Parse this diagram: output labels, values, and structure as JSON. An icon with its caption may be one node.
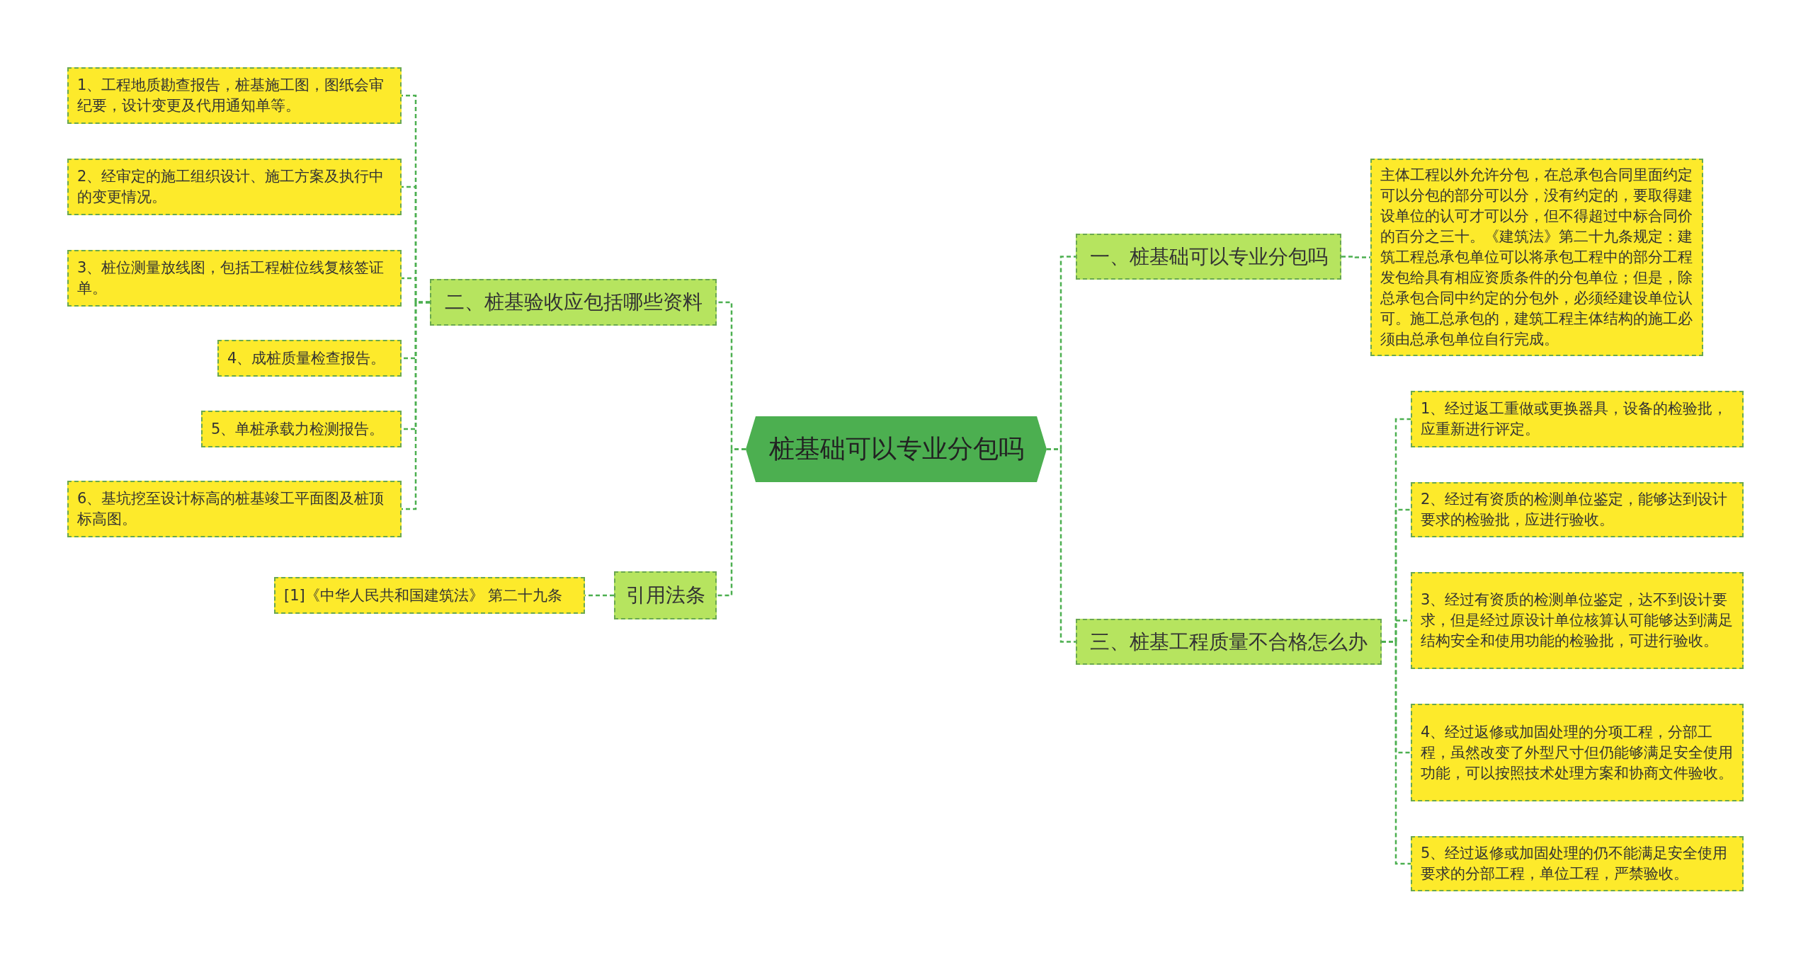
{
  "diagram": {
    "nodes": [
      {
        "text": [
          "桩基础可以专业分包吗"
        ]
      },
      {
        "text": [
          "一、桩基础可以专业分包吗"
        ]
      },
      {
        "text": [
          "主体工程以外允许分包，在总承包合同里面约定可以分包的部分可以分，没有约定的，要取得建设单位的认可才可以分，但不得超过中标合同价的百分之三十。《建筑法》第二十九条规定：建筑工程总承包单位可以将承包工程中的部分工程发包给具有相应资质条件的分包单位；但是，除总承包合同中约定的分包外，必须经建设单位认可。施工总承包的，建筑工程主体结构的施工必须由总承包单位自行完成。"
        ]
      },
      {
        "text": [
          "三、桩基工程质量不合格怎么办"
        ]
      },
      {
        "text": [
          "1、经过返工重做或更换器具，设备的检验批，应重新进行评定。"
        ]
      },
      {
        "text": [
          "2、经过有资质的检测单位鉴定，能够达到设计要求的检验批，应进行验收。"
        ]
      },
      {
        "text": [
          "3、经过有资质的检测单位鉴定，达不到设计要求，但是经过原设计单位核算认可能够达到满足结构安全和使用功能的检验批，可进行验收。"
        ]
      },
      {
        "text": [
          "4、经过返修或加固处理的分项工程，分部工程，虽然改变了外型尺寸但仍能够满足安全使用功能，可以按照技术处理方案和协商文件验收。"
        ]
      },
      {
        "text": [
          "5、经过返修或加固处理的仍不能满足安全使用要求的分部工程，单位工程，严禁验收。"
        ]
      },
      {
        "text": [
          "二、桩基验收应包括哪些资料"
        ]
      },
      {
        "text": [
          "1、工程地质勘查报告，桩基施工图，图纸会审纪要，设计变更及代用通知单等。"
        ]
      },
      {
        "text": [
          "2、经审定的施工组织设计、施工方案及执行中的变更情况。"
        ]
      },
      {
        "text": [
          "3、桩位测量放线图，包括工程桩位线复核签证单。"
        ]
      },
      {
        "text": [
          "4、成桩质量检查报告。"
        ]
      },
      {
        "text": [
          "5、单桩承载力检测报告。"
        ]
      },
      {
        "text": [
          "6、基坑挖至设计标高的桩基竣工平面图及桩顶标高图。"
        ]
      },
      {
        "text": [
          "引用法条"
        ]
      },
      {
        "text": [
          "[1]《中华人民共和国建筑法》 第二十九条"
        ]
      }
    ],
    "edges": [
      {
        "from": 0,
        "to": 1,
        "arrow": "none"
      },
      {
        "from": 1,
        "to": 2,
        "arrow": "none"
      },
      {
        "from": 0,
        "to": 3,
        "arrow": "none"
      },
      {
        "from": 3,
        "to": 4,
        "arrow": "none"
      },
      {
        "from": 3,
        "to": 5,
        "arrow": "none"
      },
      {
        "from": 3,
        "to": 6,
        "arrow": "none"
      },
      {
        "from": 3,
        "to": 7,
        "arrow": "none"
      },
      {
        "from": 3,
        "to": 8,
        "arrow": "none"
      },
      {
        "from": 0,
        "to": 9,
        "arrow": "none"
      },
      {
        "from": 9,
        "to": 10,
        "arrow": "none"
      },
      {
        "from": 9,
        "to": 11,
        "arrow": "none"
      },
      {
        "from": 9,
        "to": 12,
        "arrow": "none"
      },
      {
        "from": 9,
        "to": 13,
        "arrow": "none"
      },
      {
        "from": 9,
        "to": 14,
        "arrow": "none"
      },
      {
        "from": 9,
        "to": 15,
        "arrow": "none"
      },
      {
        "from": 0,
        "to": 16,
        "arrow": "none"
      },
      {
        "from": 16,
        "to": 17,
        "arrow": "none"
      }
    ]
  }
}
